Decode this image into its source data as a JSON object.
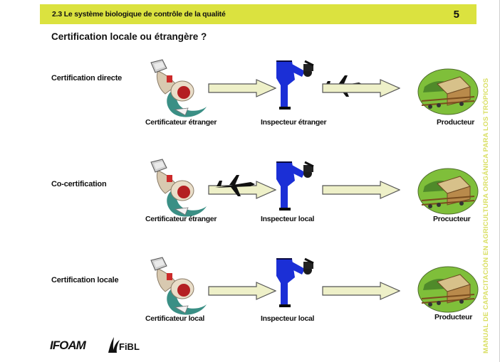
{
  "header": {
    "section": "2.3 Le système biologique de contrôle de la qualité",
    "page_number": "5"
  },
  "title": "Certification locale ou étrangère ?",
  "rows": [
    {
      "label": "Certification directe",
      "certifier": "Certificateur étranger",
      "inspector": "Inspecteur étranger",
      "producer": "Producteur",
      "plane_position": "between-inspector-and-producer"
    },
    {
      "label": "Co-certification",
      "certifier": "Certificateur étranger",
      "inspector": "Inspecteur local",
      "producer": "Procucteur",
      "plane_position": "between-certifier-and-inspector"
    },
    {
      "label": "Certification locale",
      "certifier": "Certificateur local",
      "inspector": "Inspecteur local",
      "producer": "Producteur",
      "plane_position": "none"
    }
  ],
  "side_text": "MANUAL DE CAPACITACIÓN EN AGRICULTURA ORGÁNICA PARA LOS TRÓPICOS",
  "logos": {
    "ifoam": "IFOAM",
    "fibl": "FiBL"
  },
  "colors": {
    "header_bar": "#dbe23f",
    "arrow_fill": "#eef0c8",
    "inspector_blue": "#1b2fd6",
    "side_text": "#d9df63"
  },
  "icons": [
    "certifier-illustration",
    "inspector-figure",
    "farm-illustration",
    "airplane-icon",
    "arrow-right-icon"
  ]
}
